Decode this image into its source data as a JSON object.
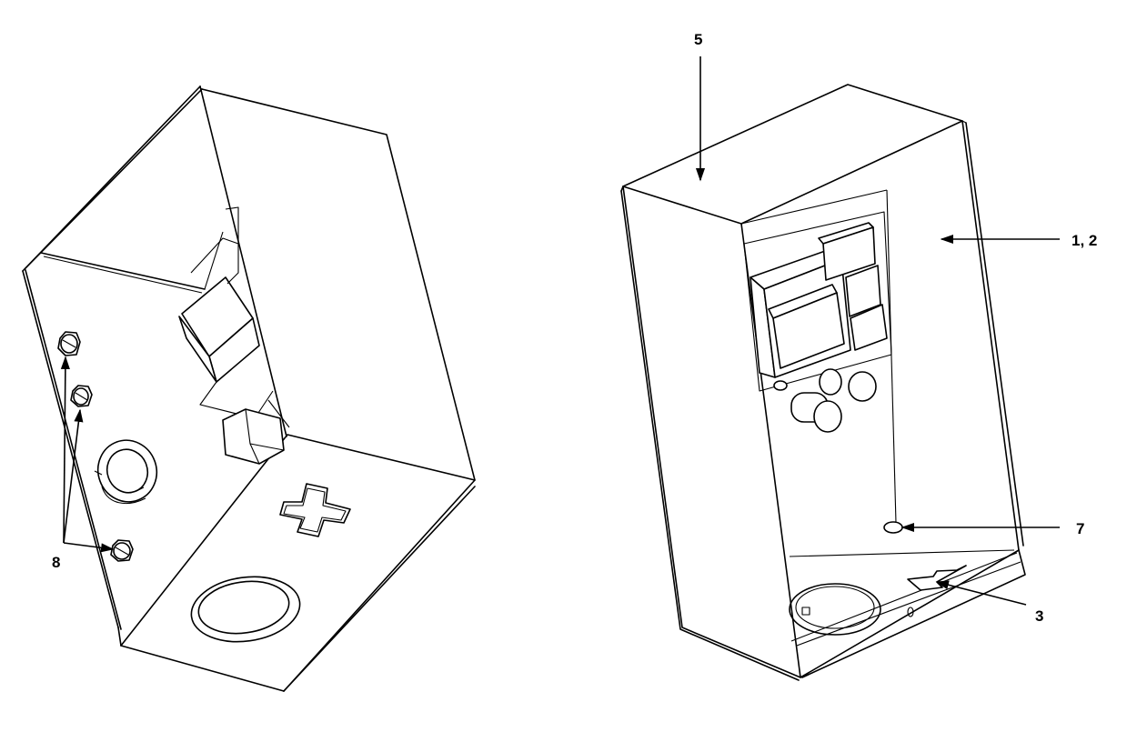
{
  "callouts": {
    "left": {
      "label_8": "8"
    },
    "right": {
      "label_5": "5",
      "label_1_2": "1, 2",
      "label_7": "7",
      "label_3": "3"
    }
  },
  "colors": {
    "line": "#000000",
    "background": "#ffffff"
  }
}
